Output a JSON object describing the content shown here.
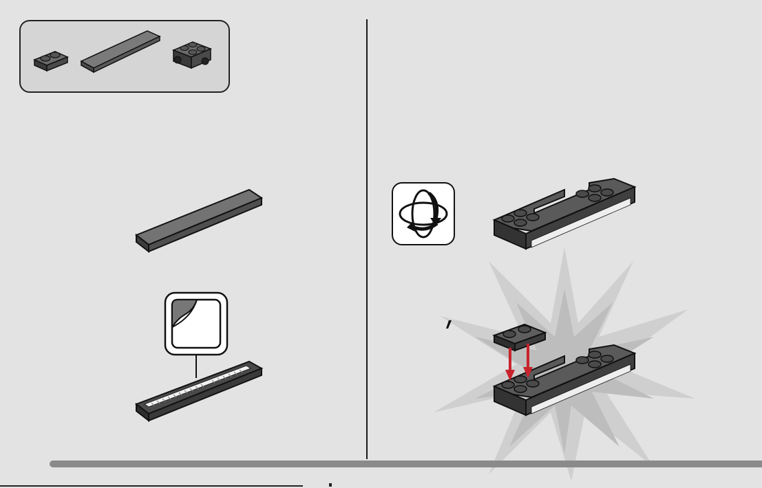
{
  "page": {
    "background": "#e3e3e3",
    "step_text": ""
  },
  "parts_callout": {
    "background": "#d5d5d5",
    "parts": [
      {
        "name": "plate-1x2-dark-gray",
        "count": 1
      },
      {
        "name": "tile-1x6-dark-gray",
        "count": 1
      },
      {
        "name": "plate-2x2-with-wheels",
        "count": 1
      }
    ]
  },
  "icons": {
    "sticker": "sticker-peel-icon",
    "rotate": "rotate-model-icon",
    "arrow": "red-down-arrow-icon"
  },
  "colors": {
    "brick_top": "#6b6b6b",
    "brick_side": "#3a3a3a",
    "outline": "#111111",
    "arrow_red": "#c8232c",
    "burst": "#c4c4c4"
  }
}
